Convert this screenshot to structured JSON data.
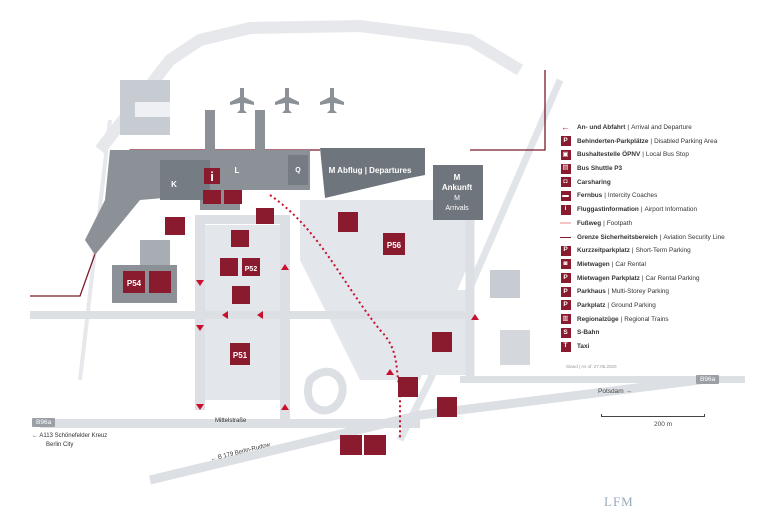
{
  "colors": {
    "building": "#8c9198",
    "building_dark": "#6f757c",
    "parking_area": "#e3e6ea",
    "road": "#dcdfe3",
    "accent": "#8a1a2e",
    "arrow": "#c8102e",
    "security_line": "#7b1a2a",
    "footpath": "#f2c6c6"
  },
  "terminal": {
    "label_k": "K",
    "label_l": "L",
    "label_q": "Q",
    "departures": "M Abflug | Departures",
    "arrivals_line1": "M",
    "arrivals_line2": "Ankunft",
    "arrivals_line3": "M",
    "arrivals_line4": "Arrivals"
  },
  "parking_labels": {
    "p54": "P54",
    "p56": "P56",
    "p52": "P52",
    "p51": "P51"
  },
  "roads": {
    "b96a_left": "B96a",
    "b96a_right": "B96a",
    "a113": "← A113 Schönefelder Kreuz",
    "berlin_city": "Berlin City",
    "b179": "← B 179 Berlin-Rudow",
    "mittelstrasse": "Mittelstraße",
    "potsdam": "Potsdam →"
  },
  "scale": "200 m",
  "stand_note": "Stand | As of: 27.05.2020",
  "watermark": "LFM",
  "legend": [
    {
      "icon": "arrow-icon",
      "de": "An- und Abfahrt",
      "en": "Arrival and Departure"
    },
    {
      "icon": "disabled-parking-icon",
      "de": "Behinderten-Parkplätze",
      "en": "Disabled Parking Area"
    },
    {
      "icon": "bus-icon",
      "de": "Bushaltestelle ÖPNV",
      "en": "Local Bus Stop"
    },
    {
      "icon": "shuttle-icon",
      "de": "Bus Shuttle P3",
      "en": ""
    },
    {
      "icon": "carsharing-icon",
      "de": "Carsharing",
      "en": ""
    },
    {
      "icon": "coach-icon",
      "de": "Fernbus",
      "en": "Intercity Coaches"
    },
    {
      "icon": "info-icon",
      "de": "Fluggastinformation",
      "en": "Airport Information"
    },
    {
      "icon": "footpath-line-icon",
      "de": "Fußweg",
      "en": "Footpath"
    },
    {
      "icon": "security-line-icon",
      "de": "Grenze Sicherheitsbereich",
      "en": "Aviation Security Line"
    },
    {
      "icon": "short-term-parking-icon",
      "de": "Kurzzeitparkplatz",
      "en": "Short-Term Parking"
    },
    {
      "icon": "car-rental-icon",
      "de": "Mietwagen",
      "en": "Car Rental"
    },
    {
      "icon": "car-rental-parking-icon",
      "de": "Mietwagen Parkplatz",
      "en": "Car Rental Parking"
    },
    {
      "icon": "multi-storey-icon",
      "de": "Parkhaus",
      "en": "Multi-Storey Parking"
    },
    {
      "icon": "ground-parking-icon",
      "de": "Parkplatz",
      "en": "Ground Parking"
    },
    {
      "icon": "regional-train-icon",
      "de": "Regionalzüge",
      "en": "Regional Trains"
    },
    {
      "icon": "sbahn-icon",
      "de": "S-Bahn",
      "en": ""
    },
    {
      "icon": "taxi-icon",
      "de": "Taxi",
      "en": ""
    }
  ]
}
